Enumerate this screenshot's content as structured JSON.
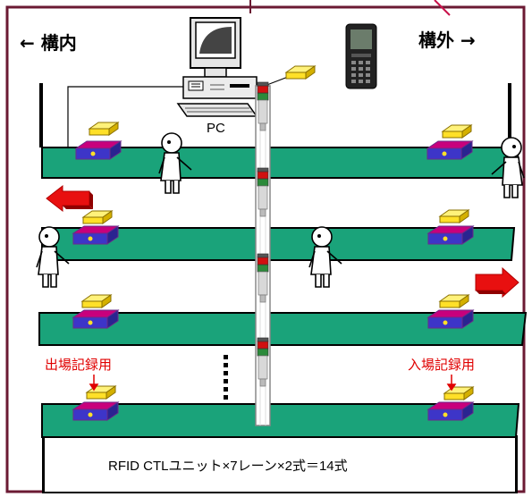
{
  "labels": {
    "left_direction": "← 構内",
    "right_direction": "構外 →",
    "pc": "PC",
    "exit_record": "出場記録用",
    "entry_record": "入場記録用",
    "caption": "RFID CTLユニット×7レーン×2式＝14式"
  },
  "colors": {
    "frame": "#6b1a33",
    "belt": "#1aa37a",
    "device_top": "#c8007c",
    "device_face": "#3d35c8",
    "reader": "#ffe028",
    "arrow": "#e81010",
    "label_red": "#e00000"
  },
  "icons": {
    "pc": "desktop-computer-icon",
    "handheld": "handheld-terminal-icon",
    "person": "person-icon",
    "tower": "signal-tower-icon",
    "arrow": "arrow-icon"
  }
}
